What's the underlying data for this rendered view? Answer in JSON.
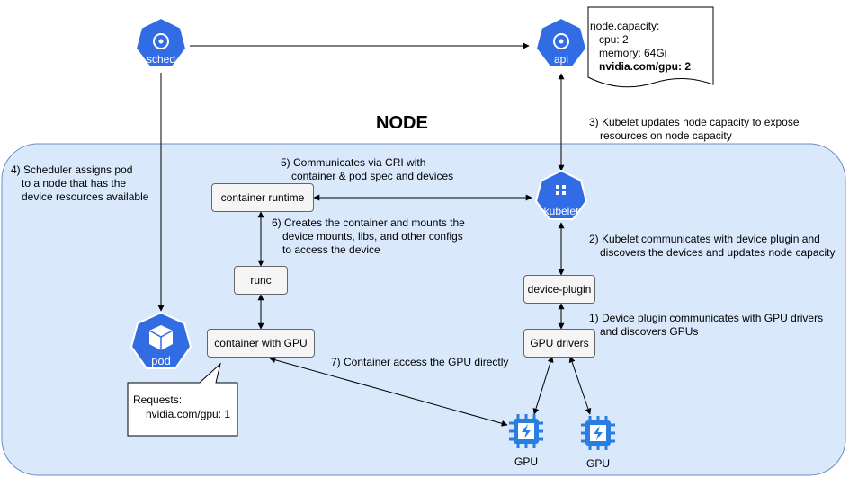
{
  "node_title": "NODE",
  "icons": {
    "sched": "sched",
    "api": "api",
    "kubelet": "kubelet",
    "pod": "pod"
  },
  "boxes": {
    "container_runtime": "container runtime",
    "runc": "runc",
    "container_gpu": "container with GPU",
    "device_plugin": "device-plugin",
    "gpu_drivers": "GPU drivers"
  },
  "gpus": [
    "GPU",
    "GPU"
  ],
  "node_capacity": {
    "title": "node.capacity:",
    "cpu": "cpu: 2",
    "memory": "memory: 64Gi",
    "gpu": "nvidia.com/gpu: 2"
  },
  "requests": {
    "title": "Requests:",
    "gpu": "nvidia.com/gpu: 1"
  },
  "steps": {
    "s1": [
      "1) Device plugin communicates with GPU drivers",
      "and discovers GPUs"
    ],
    "s2": [
      "2) Kubelet communicates with device plugin and",
      "discovers the devices and updates node capacity"
    ],
    "s3": [
      "3) Kubelet updates node capacity to expose",
      "resources on node capacity"
    ],
    "s4": [
      "4) Scheduler assigns pod",
      "to a node that has the",
      "device resources available"
    ],
    "s5": [
      "5) Communicates via CRI with",
      "container & pod spec and devices"
    ],
    "s6": [
      "6) Creates the container and mounts the",
      "device mounts, libs, and other configs",
      "to access the device"
    ],
    "s7": "7) Container access the GPU directly"
  },
  "colors": {
    "node_fill": "#dae8fc",
    "node_border": "#6c8ebf",
    "k8s_blue": "#326ce5",
    "gpu_blue": "#2a7de1"
  }
}
